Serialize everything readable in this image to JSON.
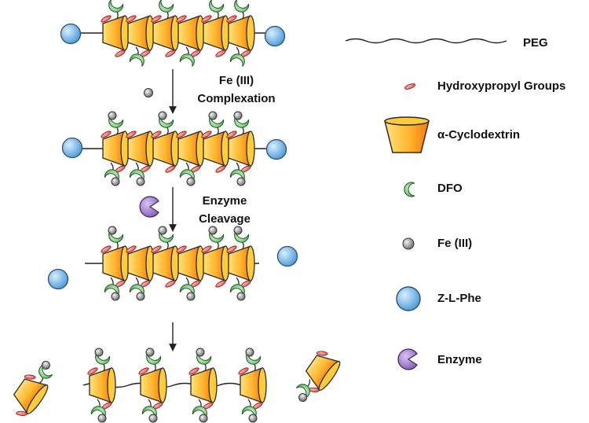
{
  "steps": {
    "step1_line1": "Fe (III)",
    "step1_line2": "Complexation",
    "step2_line1": "Enzyme",
    "step2_line2": "Cleavage"
  },
  "legend": {
    "peg": "PEG",
    "hydroxypropyl": "Hydroxypropyl Groups",
    "cyclodextrin": "α-Cyclodextrin",
    "dfo": "DFO",
    "fe": "Fe (III)",
    "zlphe": "Z-L-Phe",
    "enzyme": "Enzyme"
  },
  "colors": {
    "cd_light": "#ffd24a",
    "cd_dark": "#f07a10",
    "cd_stroke": "#2b2b2b",
    "hydroxypropyl": "#e2504a",
    "dfo": "#5fbf63",
    "fe": "#8a8a8a",
    "zlphe": "#5aa8e0",
    "enzyme": "#8b5fb8",
    "line": "#222222"
  },
  "icons": [
    "peg-chain-icon",
    "hydroxypropyl-icon",
    "cyclodextrin-icon",
    "dfo-icon",
    "fe-icon",
    "z-l-phe-icon",
    "enzyme-icon"
  ]
}
